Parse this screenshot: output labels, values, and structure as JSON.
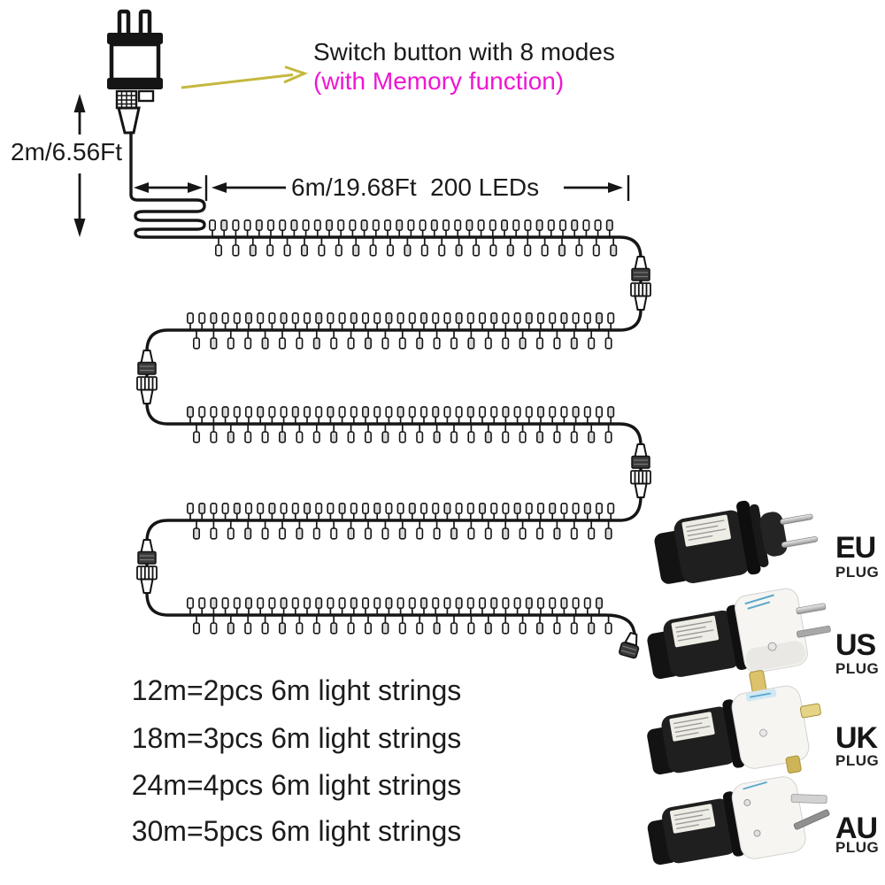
{
  "annotations": {
    "switch_line1": "Switch button with 8 modes",
    "switch_line2": "(with Memory function)",
    "lead_length": "2m/6.56Ft",
    "string_spec": "6m/19.68Ft  200 LEDs"
  },
  "spec_lines": [
    "12m=2pcs 6m light strings",
    "18m=3pcs 6m light strings",
    "24m=4pcs 6m light strings",
    "30m=5pcs 6m light strings"
  ],
  "plugs": [
    {
      "code": "EU",
      "word": "PLUG"
    },
    {
      "code": "US",
      "word": "PLUG"
    },
    {
      "code": "UK",
      "word": "PLUG"
    },
    {
      "code": "AU",
      "word": "PLUG"
    }
  ],
  "colors": {
    "magenta": "#ee16d4",
    "arrow_yellow": "#c4b83e",
    "ink": "#1a1a1a"
  },
  "diagram": {
    "led_count": 200,
    "string_rows_shown": 5
  }
}
